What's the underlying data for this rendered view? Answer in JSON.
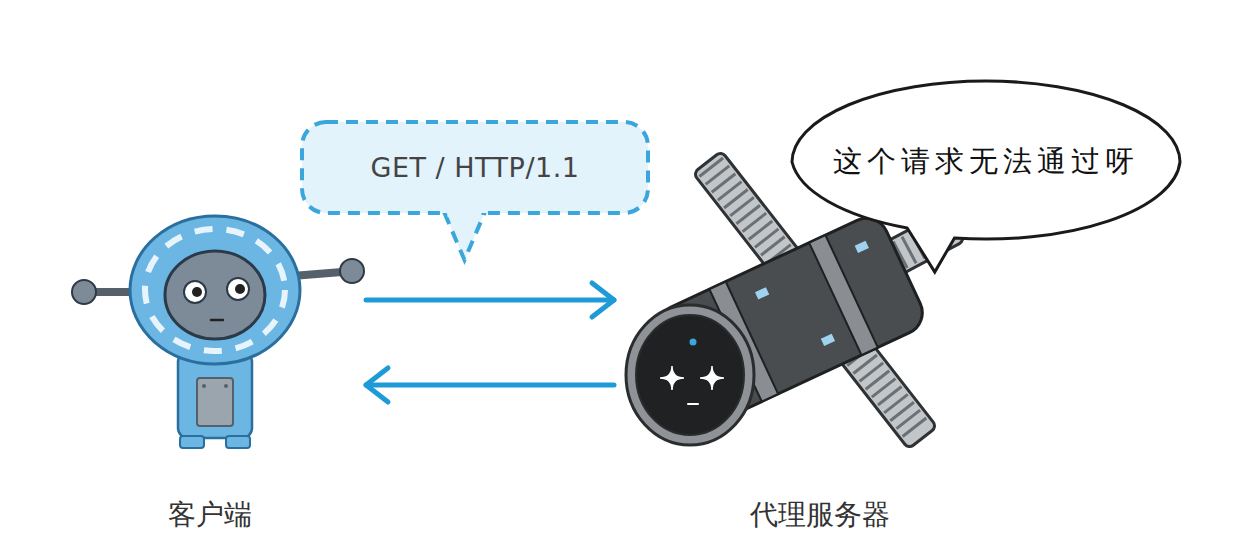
{
  "diagram": {
    "nodes": [
      {
        "text": [
          "客户端"
        ]
      },
      {
        "text": [
          "GET / HTTP/1.1"
        ]
      },
      {
        "text": [
          "代理服务器"
        ]
      },
      {
        "text": [
          "这个请求无法通过呀"
        ]
      }
    ],
    "edges": [
      {
        "from": 0,
        "to": 2,
        "arrow": "to"
      },
      {
        "from": 2,
        "to": 0,
        "arrow": "to"
      }
    ]
  }
}
